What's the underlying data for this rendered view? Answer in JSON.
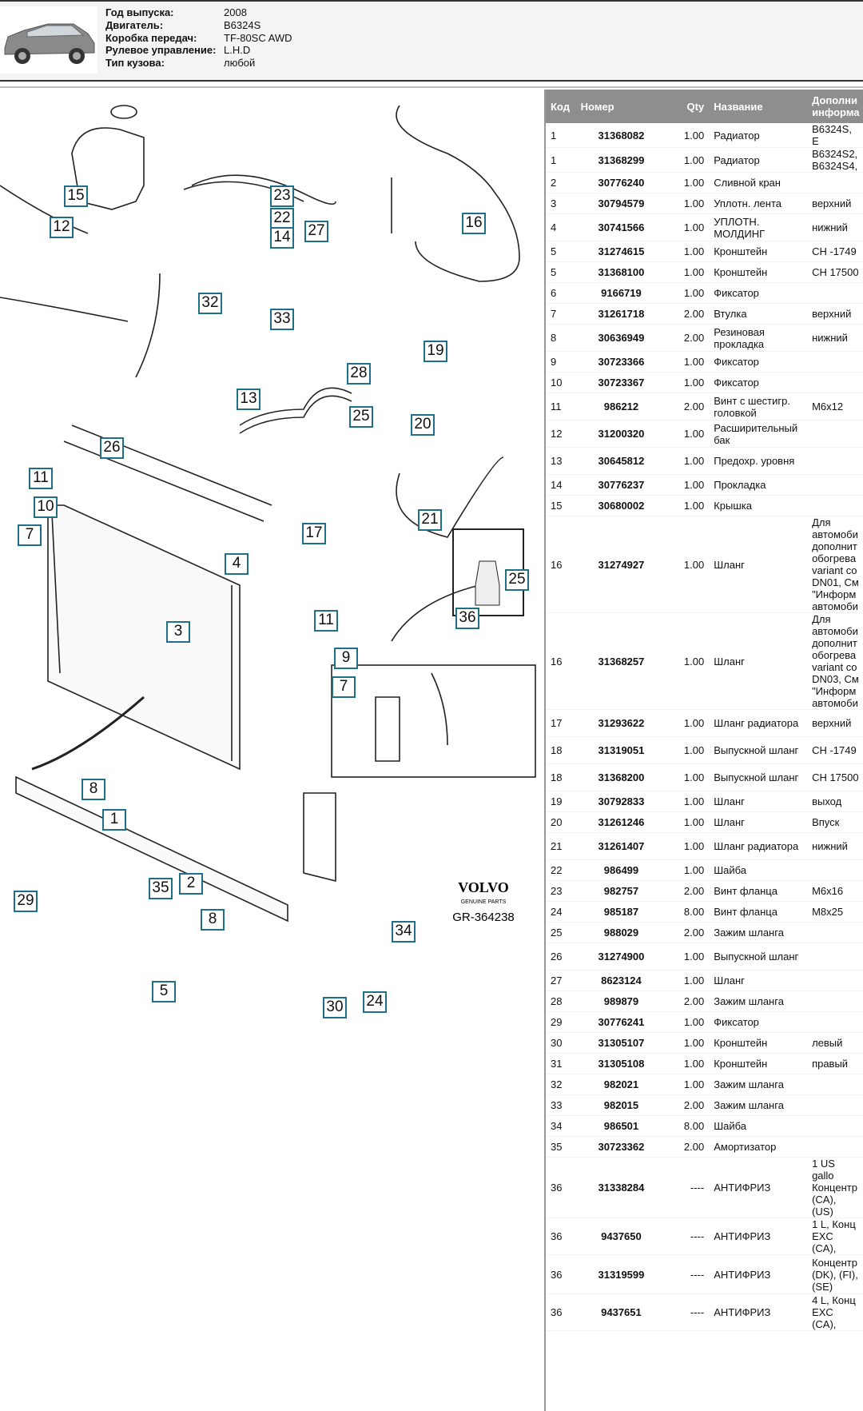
{
  "vehicle": {
    "specs": [
      {
        "label": "Год выпуска:",
        "value": "2008"
      },
      {
        "label": "Двигатель:",
        "value": "B6324S"
      },
      {
        "label": "Коробка передач:",
        "value": "TF-80SC AWD"
      },
      {
        "label": "Рулевое управление:",
        "value": "L.H.D"
      },
      {
        "label": "Тип кузова:",
        "value": "любой"
      }
    ]
  },
  "diagram": {
    "brand": "VOLVO",
    "brand_sub": "GENUINE PARTS",
    "ref": "GR-364238",
    "callouts": [
      "15",
      "23",
      "22",
      "14",
      "27",
      "16",
      "12",
      "32",
      "33",
      "19",
      "28",
      "20",
      "13",
      "26",
      "25",
      "11",
      "10",
      "17",
      "7",
      "21",
      "4",
      "3",
      "11",
      "9",
      "25",
      "36",
      "7",
      "8",
      "1",
      "2",
      "35",
      "29",
      "8",
      "34",
      "5",
      "30",
      "24"
    ]
  },
  "table": {
    "headers": [
      "Код",
      "Номер",
      "Qty",
      "Название",
      "Дополни информа"
    ],
    "rows": [
      {
        "code": "1",
        "num": "31368082",
        "qty": "1.00",
        "name": "Радиатор",
        "info": "B6324S, E"
      },
      {
        "code": "1",
        "num": "31368299",
        "qty": "1.00",
        "name": "Радиатор",
        "info": "B6324S2, B6324S4,"
      },
      {
        "code": "2",
        "num": "30776240",
        "qty": "1.00",
        "name": "Сливной кран",
        "info": ""
      },
      {
        "code": "3",
        "num": "30794579",
        "qty": "1.00",
        "name": "Уплотн. лента",
        "info": "верхний"
      },
      {
        "code": "4",
        "num": "30741566",
        "qty": "1.00",
        "name": "УПЛОТН. МОЛДИНГ",
        "info": "нижний"
      },
      {
        "code": "5",
        "num": "31274615",
        "qty": "1.00",
        "name": "Кронштейн",
        "info": "CH -1749"
      },
      {
        "code": "5",
        "num": "31368100",
        "qty": "1.00",
        "name": "Кронштейн",
        "info": "CH 17500"
      },
      {
        "code": "6",
        "num": "9166719",
        "qty": "1.00",
        "name": "Фиксатор",
        "info": ""
      },
      {
        "code": "7",
        "num": "31261718",
        "qty": "2.00",
        "name": "Втулка",
        "info": "верхний"
      },
      {
        "code": "8",
        "num": "30636949",
        "qty": "2.00",
        "name": "Резиновая прокладка",
        "info": "нижний"
      },
      {
        "code": "9",
        "num": "30723366",
        "qty": "1.00",
        "name": "Фиксатор",
        "info": ""
      },
      {
        "code": "10",
        "num": "30723367",
        "qty": "1.00",
        "name": "Фиксатор",
        "info": ""
      },
      {
        "code": "11",
        "num": "986212",
        "qty": "2.00",
        "name": "Винт с шестигр. головкой",
        "info": "M6x12"
      },
      {
        "code": "12",
        "num": "31200320",
        "qty": "1.00",
        "name": "Расширительный бак",
        "info": ""
      },
      {
        "code": "13",
        "num": "30645812",
        "qty": "1.00",
        "name": "Предохр. уровня",
        "info": ""
      },
      {
        "code": "14",
        "num": "30776237",
        "qty": "1.00",
        "name": "Прокладка",
        "info": ""
      },
      {
        "code": "15",
        "num": "30680002",
        "qty": "1.00",
        "name": "Крышка",
        "info": ""
      },
      {
        "code": "16",
        "num": "31274927",
        "qty": "1.00",
        "name": "Шланг",
        "info": "Для автомоби дополнит обогрева variant co DN01, См \"Информ автомоби"
      },
      {
        "code": "16",
        "num": "31368257",
        "qty": "1.00",
        "name": "Шланг",
        "info": "Для автомоби дополнит обогрева variant co DN03, См \"Информ автомоби"
      },
      {
        "code": "17",
        "num": "31293622",
        "qty": "1.00",
        "name": "Шланг радиатора",
        "info": "верхний"
      },
      {
        "code": "18",
        "num": "31319051",
        "qty": "1.00",
        "name": "Выпускной шланг",
        "info": "CH -1749"
      },
      {
        "code": "18",
        "num": "31368200",
        "qty": "1.00",
        "name": "Выпускной шланг",
        "info": "CH 17500"
      },
      {
        "code": "19",
        "num": "30792833",
        "qty": "1.00",
        "name": "Шланг",
        "info": "выход"
      },
      {
        "code": "20",
        "num": "31261246",
        "qty": "1.00",
        "name": "Шланг",
        "info": "Впуск"
      },
      {
        "code": "21",
        "num": "31261407",
        "qty": "1.00",
        "name": "Шланг радиатора",
        "info": "нижний"
      },
      {
        "code": "22",
        "num": "986499",
        "qty": "1.00",
        "name": "Шайба",
        "info": ""
      },
      {
        "code": "23",
        "num": "982757",
        "qty": "2.00",
        "name": "Винт фланца",
        "info": "M6x16"
      },
      {
        "code": "24",
        "num": "985187",
        "qty": "8.00",
        "name": "Винт фланца",
        "info": "M8x25"
      },
      {
        "code": "25",
        "num": "988029",
        "qty": "2.00",
        "name": "Зажим шланга",
        "info": ""
      },
      {
        "code": "26",
        "num": "31274900",
        "qty": "1.00",
        "name": "Выпускной шланг",
        "info": ""
      },
      {
        "code": "27",
        "num": "8623124",
        "qty": "1.00",
        "name": "Шланг",
        "info": ""
      },
      {
        "code": "28",
        "num": "989879",
        "qty": "2.00",
        "name": "Зажим шланга",
        "info": ""
      },
      {
        "code": "29",
        "num": "30776241",
        "qty": "1.00",
        "name": "Фиксатор",
        "info": ""
      },
      {
        "code": "30",
        "num": "31305107",
        "qty": "1.00",
        "name": "Кронштейн",
        "info": "левый"
      },
      {
        "code": "31",
        "num": "31305108",
        "qty": "1.00",
        "name": "Кронштейн",
        "info": "правый"
      },
      {
        "code": "32",
        "num": "982021",
        "qty": "1.00",
        "name": "Зажим шланга",
        "info": ""
      },
      {
        "code": "33",
        "num": "982015",
        "qty": "2.00",
        "name": "Зажим шланга",
        "info": ""
      },
      {
        "code": "34",
        "num": "986501",
        "qty": "8.00",
        "name": "Шайба",
        "info": ""
      },
      {
        "code": "35",
        "num": "30723362",
        "qty": "2.00",
        "name": "Амортизатор",
        "info": ""
      },
      {
        "code": "36",
        "num": "31338284",
        "qty": "----",
        "name": "АНТИФРИЗ",
        "info": "1 US gallo Концентр (CA), (US)"
      },
      {
        "code": "36",
        "num": "9437650",
        "qty": "----",
        "name": "АНТИФРИЗ",
        "info": "1 L, Конц EXC (CA),"
      },
      {
        "code": "36",
        "num": "31319599",
        "qty": "----",
        "name": "АНТИФРИЗ",
        "info": "Концентр (DK), (FI), (SE)"
      },
      {
        "code": "36",
        "num": "9437651",
        "qty": "----",
        "name": "АНТИФРИЗ",
        "info": "4 L, Конц EXC (CA),"
      }
    ]
  }
}
